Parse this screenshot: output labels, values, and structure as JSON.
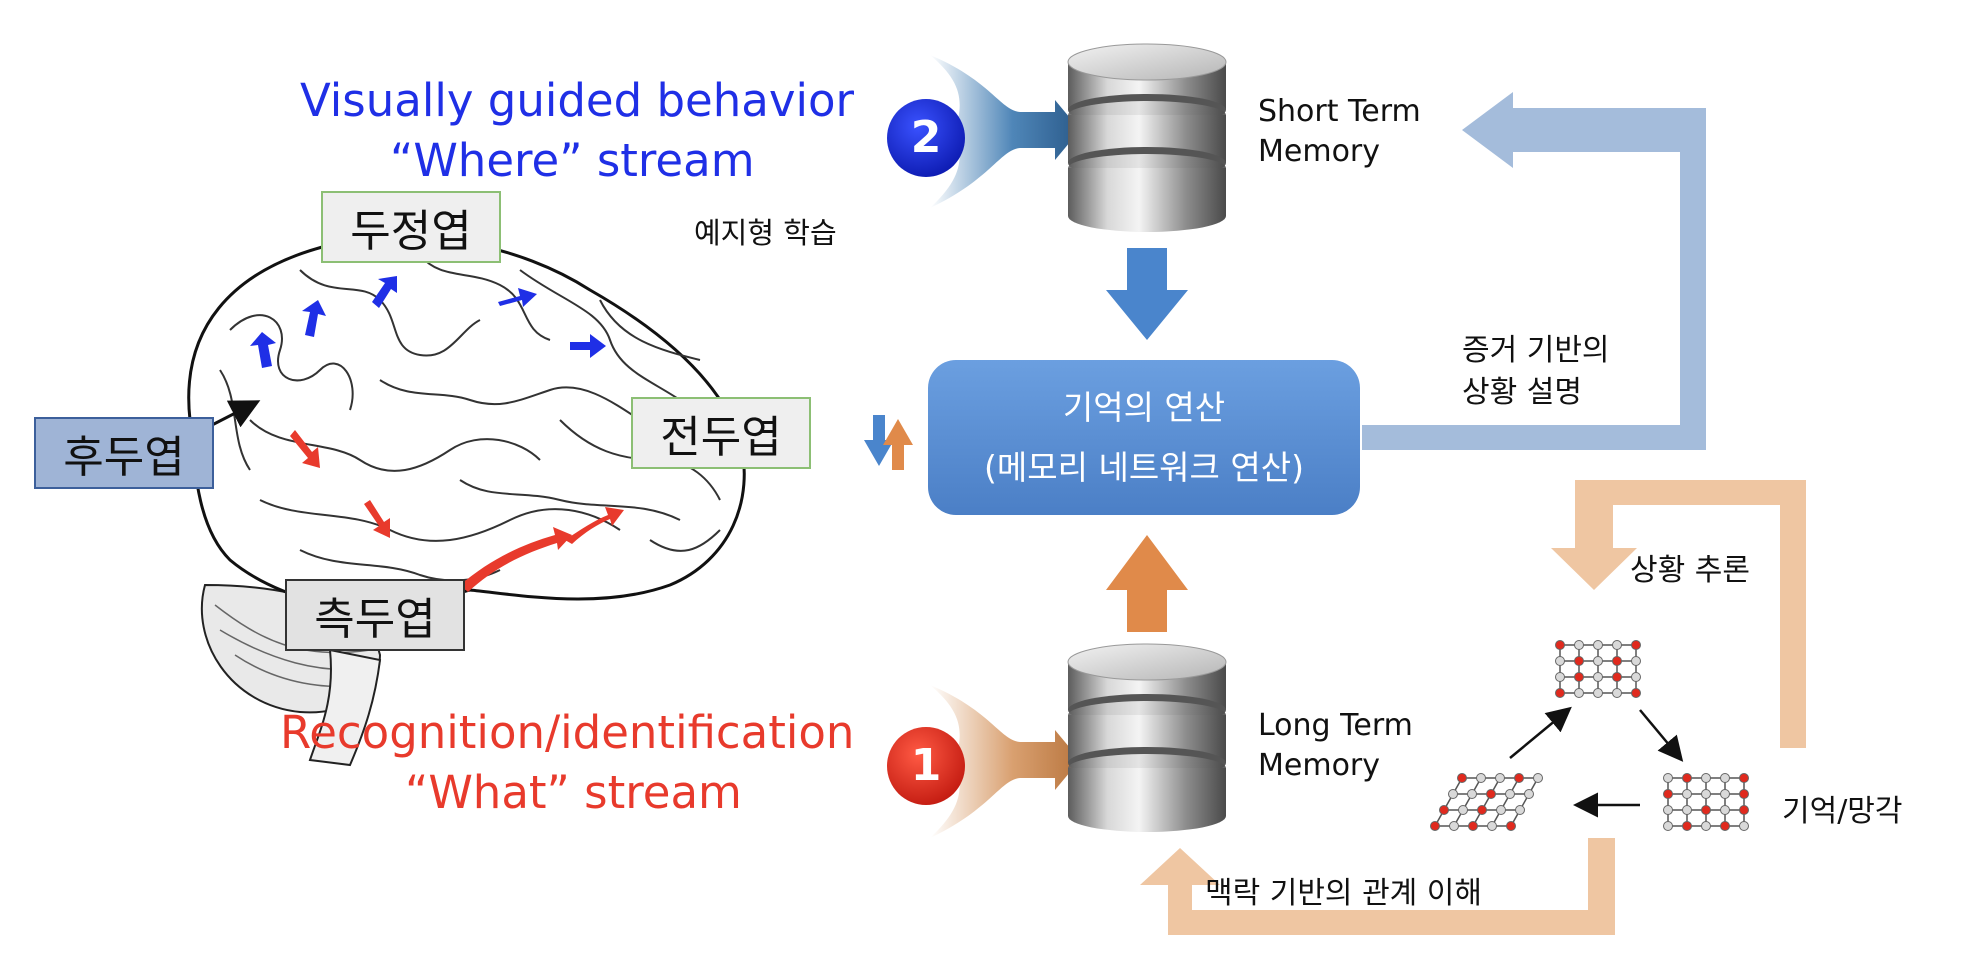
{
  "streams": {
    "where_title": "Visually guided behavior",
    "where_sub": "“Where” stream",
    "what_title": "Recognition/identification",
    "what_sub": "“What” stream",
    "badge_where": "2",
    "badge_what": "1"
  },
  "lobes": {
    "parietal": "두정엽",
    "occipital": "후두엽",
    "frontal": "전두엽",
    "temporal": "측두엽"
  },
  "memory": {
    "short_term_line1": "Short Term",
    "short_term_line2": "Memory",
    "long_term_line1": "Long Term",
    "long_term_line2": "Memory",
    "predictive_learning": "예지형 학습"
  },
  "operation": {
    "line1": "기억의 연산",
    "line2": "(메모리 네트워크 연산)"
  },
  "labels": {
    "evidence_line1": "증거 기반의",
    "evidence_line2": "상황 설명",
    "situation_inference": "상황 추론",
    "memory_forgetting": "기억/망각",
    "context_relation": "맥락 기반의 관계 이해"
  },
  "colors": {
    "where_blue": "#1f2fe6",
    "what_red": "#e83a2c",
    "op_box": "#5b8fd6",
    "light_blue_arrow": "#9fb8d9",
    "orange_arrow": "#e08a4a",
    "light_orange_arrow": "#efc6a2",
    "dark_blue_arrow": "#4a85cc"
  }
}
